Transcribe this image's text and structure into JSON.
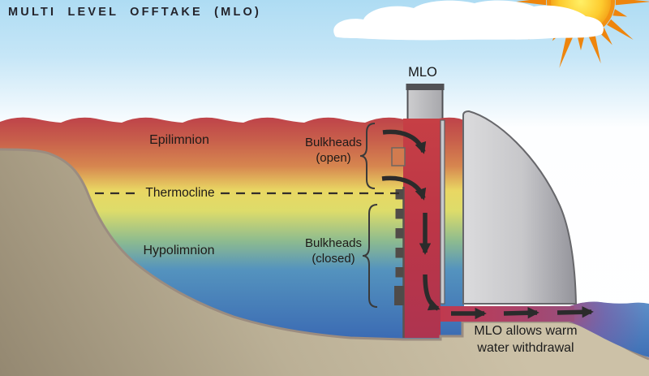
{
  "title": "MULTI LEVEL OFFTAKE (MLO)",
  "tower": {
    "label": "MLO"
  },
  "layers": {
    "epilimnion": "Epilimnion",
    "thermocline": "Thermocline",
    "hypolimnion": "Hypolimnion"
  },
  "bulkheads": {
    "open": {
      "line1": "Bulkheads",
      "line2": "(open)"
    },
    "closed": {
      "line1": "Bulkheads",
      "line2": "(closed)"
    }
  },
  "caption": {
    "line1": "MLO allows warm",
    "line2": "water withdrawal"
  },
  "icons": [
    "sun-icon",
    "cloud-icon"
  ],
  "colors": {
    "sky": "#b3ddf3",
    "sun_core": "#ffee55",
    "sun_ray": "#ee850d",
    "epilimnion_red": "#be414a",
    "thermocline_yellow": "#e9d763",
    "hypolimnion_blue": "#3a69b3",
    "warm_flow_red": "#c0394e",
    "plume_purple": "#8e5590",
    "land_tan": "#c0b59b",
    "dam_gray": "#c7c7ca",
    "arrow_black": "#2b2b2b"
  }
}
